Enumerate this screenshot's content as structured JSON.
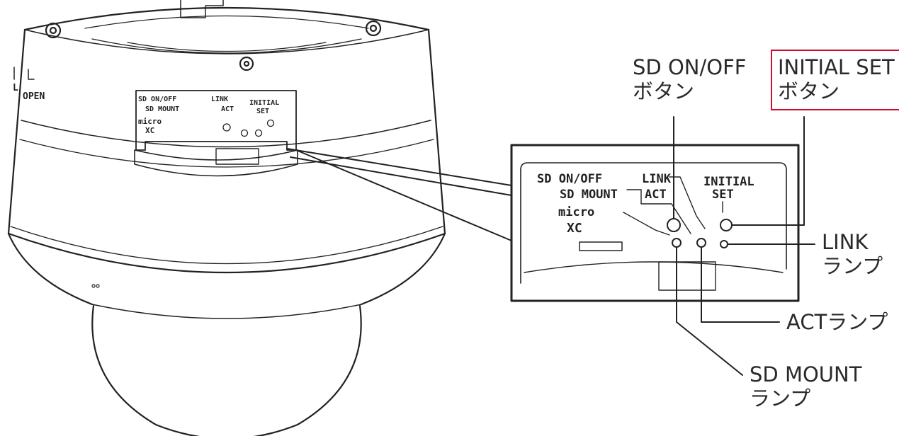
{
  "camera_labels": {
    "lock": "L",
    "open": "OPEN",
    "sd_onoff": "SD ON/OFF",
    "link": "LINK",
    "initial": "INITIAL",
    "set": "SET",
    "sd_mount": "SD MOUNT",
    "act": "ACT",
    "micro": "micro",
    "xc": "XC"
  },
  "callouts": {
    "sd_onoff_button": {
      "line1": "SD ON/OFF",
      "line2": "ボタン"
    },
    "initial_set_button": {
      "line1": "INITIAL SET",
      "line2": "ボタン"
    },
    "link_lamp": {
      "line1": "LINK",
      "line2": "ランプ"
    },
    "act_lamp": {
      "line1": "ACTランプ"
    },
    "sd_mount_lamp": {
      "line1": "SD MOUNT",
      "line2": "ランプ"
    }
  },
  "colors": {
    "highlight_border": "#c8102e",
    "line": "#222222"
  }
}
